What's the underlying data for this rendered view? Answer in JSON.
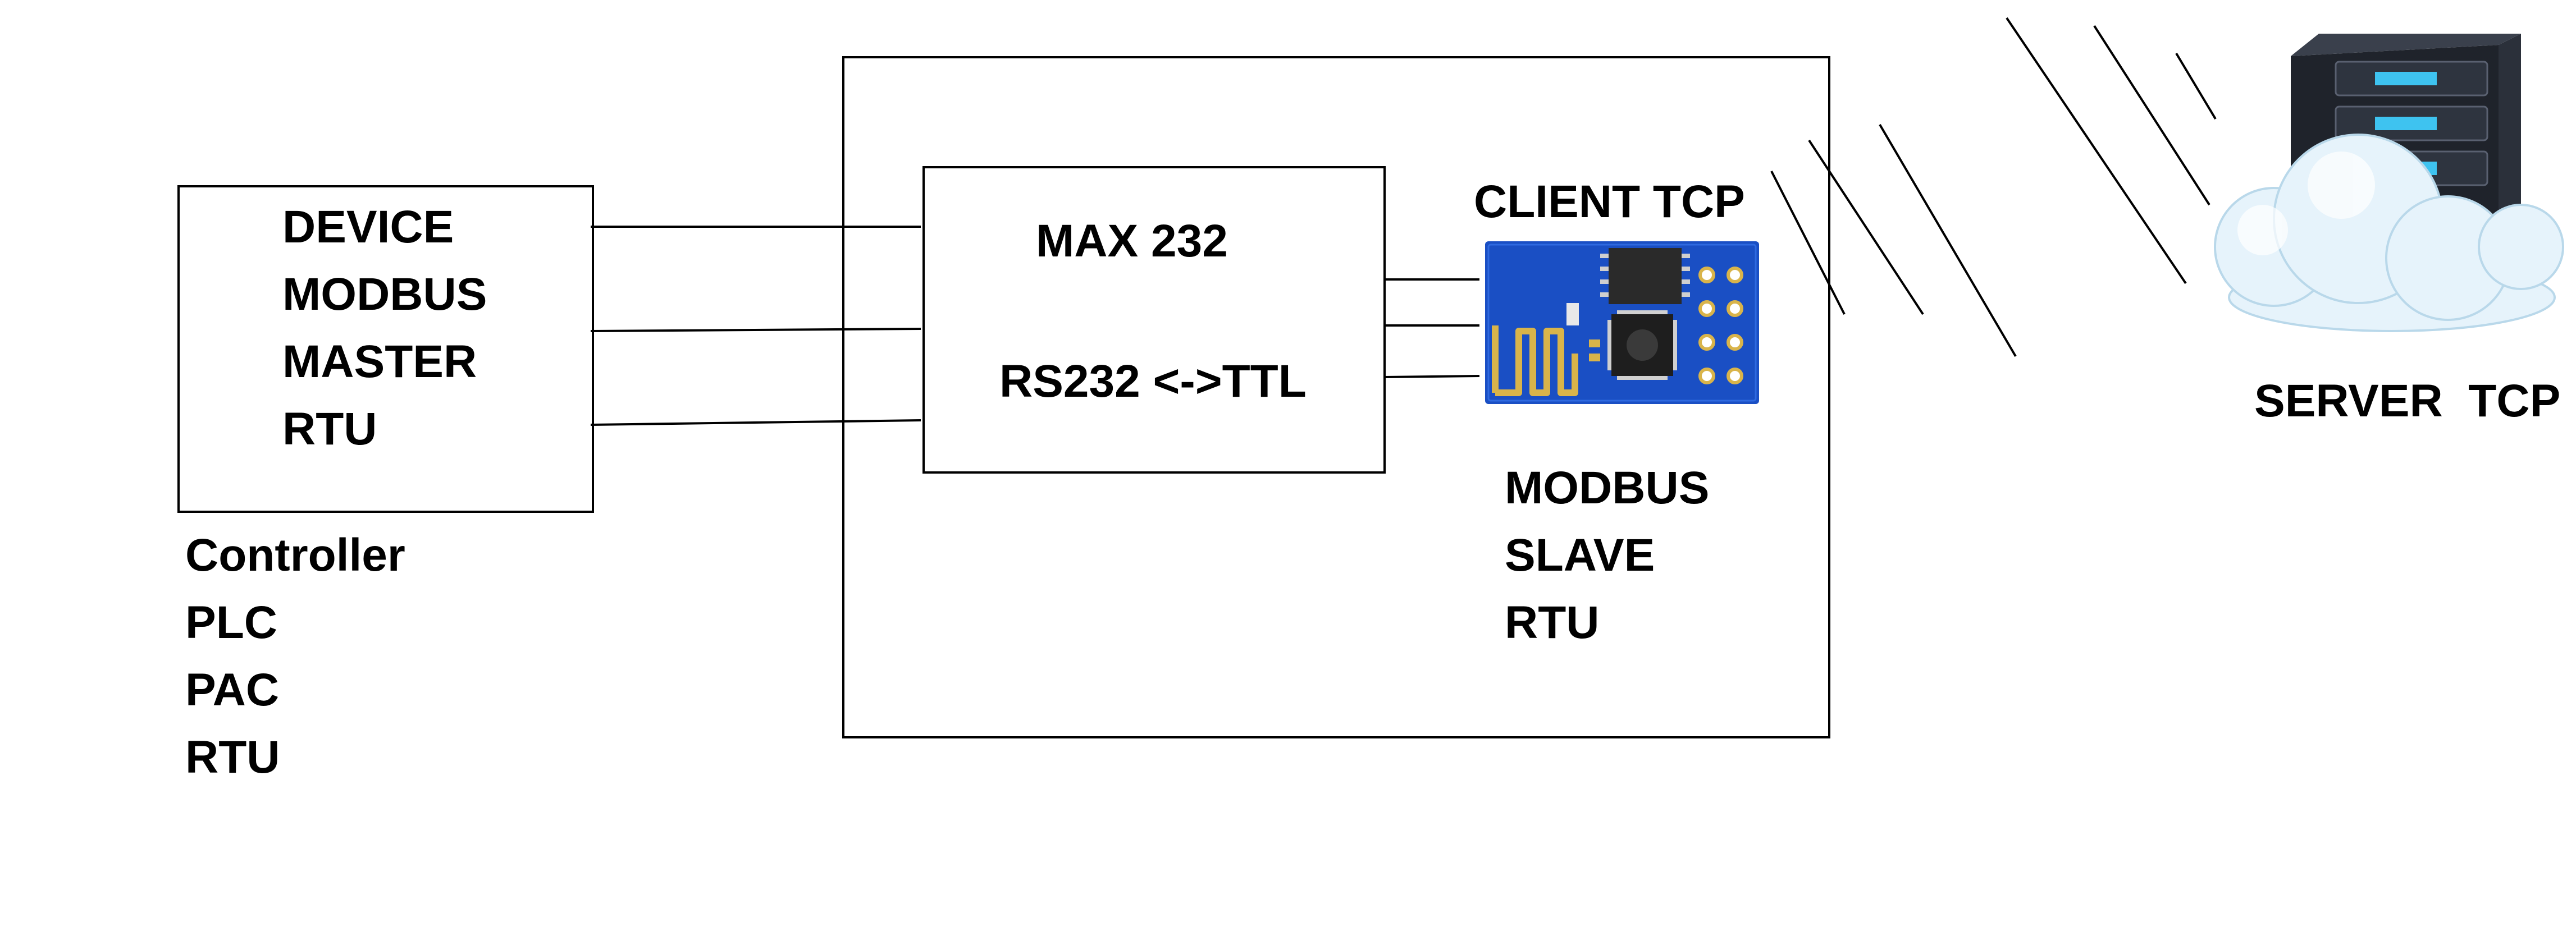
{
  "device_box": {
    "lines": [
      "DEVICE",
      "MODBUS",
      "MASTER",
      "RTU"
    ]
  },
  "controller_caption": {
    "lines": [
      "Controller",
      "PLC",
      "PAC",
      "RTU"
    ]
  },
  "converter_box": {
    "chip": "MAX 232",
    "conversion": "RS232 <->TTL"
  },
  "client": {
    "label": "CLIENT TCP",
    "module_icon": "wifi-module-icon",
    "role_lines": [
      "MODBUS",
      "SLAVE",
      "RTU"
    ]
  },
  "server": {
    "label": "SERVER  TCP",
    "icon": "cloud-server-icon"
  },
  "colors": {
    "line": "#000000",
    "pcb_blue": "#1a4fc4",
    "antenna_gold": "#d9b44a",
    "cloud": "#e6f3fb",
    "server_dark": "#1f232b",
    "server_led": "#3ec3f0"
  }
}
